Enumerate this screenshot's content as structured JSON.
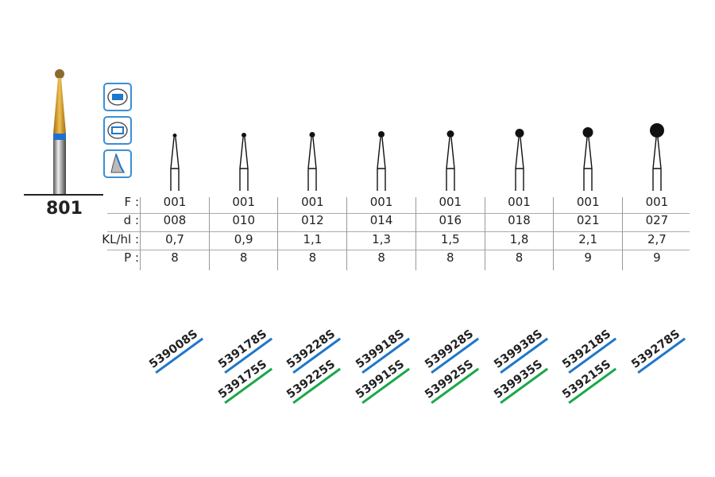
{
  "model": "801",
  "row_labels": [
    "F :",
    "d :",
    "KL/hl :",
    "P :"
  ],
  "columns": [
    {
      "F": "001",
      "d": "008",
      "KL": "0,7",
      "P": "8",
      "codes": [
        {
          "text": "539008S",
          "color": "blue"
        }
      ]
    },
    {
      "F": "001",
      "d": "010",
      "KL": "0,9",
      "P": "8",
      "codes": [
        {
          "text": "539178S",
          "color": "blue"
        },
        {
          "text": "539175S",
          "color": "green"
        }
      ]
    },
    {
      "F": "001",
      "d": "012",
      "KL": "1,1",
      "P": "8",
      "codes": [
        {
          "text": "539228S",
          "color": "blue"
        },
        {
          "text": "539225S",
          "color": "green"
        }
      ]
    },
    {
      "F": "001",
      "d": "014",
      "KL": "1,3",
      "P": "8",
      "codes": [
        {
          "text": "539918S",
          "color": "blue"
        },
        {
          "text": "539915S",
          "color": "green"
        }
      ]
    },
    {
      "F": "001",
      "d": "016",
      "KL": "1,5",
      "P": "8",
      "codes": [
        {
          "text": "539928S",
          "color": "blue"
        },
        {
          "text": "539925S",
          "color": "green"
        }
      ]
    },
    {
      "F": "001",
      "d": "018",
      "KL": "1,8",
      "P": "8",
      "codes": [
        {
          "text": "539938S",
          "color": "blue"
        },
        {
          "text": "539935S",
          "color": "green"
        }
      ]
    },
    {
      "F": "001",
      "d": "021",
      "KL": "2,1",
      "P": "9",
      "codes": [
        {
          "text": "539218S",
          "color": "blue"
        },
        {
          "text": "539215S",
          "color": "green"
        }
      ]
    },
    {
      "F": "001",
      "d": "027",
      "KL": "2,7",
      "P": "9",
      "codes": [
        {
          "text": "539278S",
          "color": "blue"
        }
      ]
    }
  ],
  "colors": {
    "blue": "#1f77c9",
    "green": "#1aa84a",
    "gold": "#d9a22a"
  }
}
